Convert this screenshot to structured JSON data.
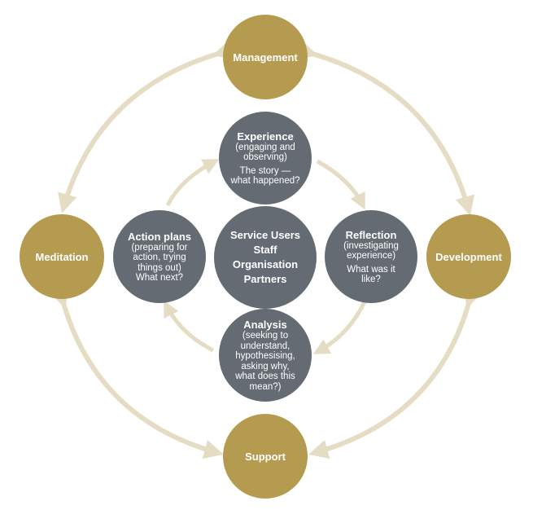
{
  "colors": {
    "outer_node": "#b49b4f",
    "inner_node": "#646b73",
    "arrow": "#e5dcc4",
    "text": "#ffffff"
  },
  "outer": {
    "management": "Management",
    "development": "Development",
    "support": "Support",
    "meditation": "Meditation"
  },
  "inner": {
    "experience": {
      "title": "Experience",
      "desc": "(engaging and observing)",
      "question": "The story — what happened?"
    },
    "reflection": {
      "title": "Reflection",
      "desc": "(investigating experience)",
      "question": "What was it like?"
    },
    "analysis": {
      "title": "Analysis",
      "desc": "(seeking to understand, hypothesising, asking why, what does this mean?)"
    },
    "action_plans": {
      "title": "Action plans",
      "desc": "(preparing for action, trying things out)",
      "question": "What next?"
    }
  },
  "center": {
    "lines": [
      "Service Users",
      "Staff",
      "Organisation",
      "Partners"
    ]
  }
}
